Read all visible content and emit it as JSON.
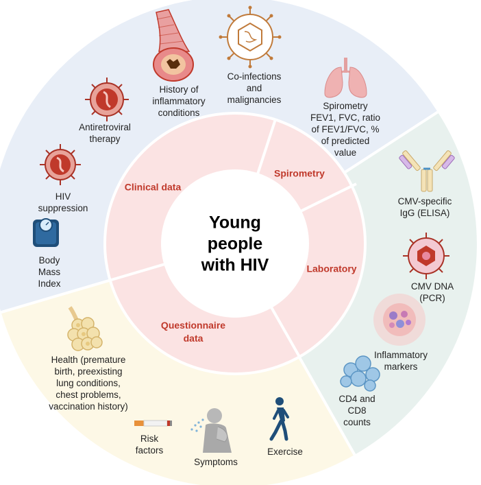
{
  "center_title": "Young\npeople\nwith HIV",
  "segments": {
    "clinical": "Clinical data",
    "spirometry": "Spirometry",
    "laboratory": "Laboratory",
    "questionnaire": "Questionnaire\ndata"
  },
  "items": {
    "hiv_suppression": "HIV\nsuppression",
    "antiretroviral": "Antiretroviral\ntherapy",
    "inflammatory_history": "History of\ninflammatory\nconditions",
    "coinfections": "Co-infections\nand\nmalignancies",
    "spirometry_detail": "Spirometry\nFEV1, FVC, ratio\nof FEV1/FVC, %\nof predicted\nvalue",
    "body_mass_index": "Body\nMass\nIndex",
    "cmv_igg": "CMV-specific\nIgG (ELISA)",
    "cmv_dna": "CMV DNA\n(PCR)",
    "inflammatory_markers": "Inflammatory\nmarkers",
    "cd4_cd8": "CD4 and\nCD8\ncounts",
    "health": "Health (premature\nbirth, preexisting\nlung conditions,\nchest problems,\nvaccination history)",
    "risk_factors": "Risk\nfactors",
    "symptoms": "Symptoms",
    "exercise": "Exercise"
  },
  "icons": {
    "hiv_suppression": "virus-icon",
    "antiretroviral": "virus-icon",
    "inflammatory_history": "airway-icon",
    "coinfections": "virus-outline-icon",
    "spirometry_detail": "lungs-icon",
    "body_mass_index": "scale-icon",
    "cmv_igg": "antibody-icon",
    "cmv_dna": "cmv-virus-icon",
    "inflammatory_markers": "cells-icon",
    "cd4_cd8": "cell-cluster-icon",
    "health": "alveoli-icon",
    "risk_factors": "cigarette-icon",
    "symptoms": "coughing-person-icon",
    "exercise": "walking-person-icon"
  },
  "colors": {
    "clinical_outer": "#e8eef7",
    "laboratory_outer": "#e8f1ee",
    "questionnaire_outer": "#fdf8e6",
    "inner_ring": "#fbe3e3",
    "segment_text": "#c0392b",
    "divider": "#ffffff"
  }
}
